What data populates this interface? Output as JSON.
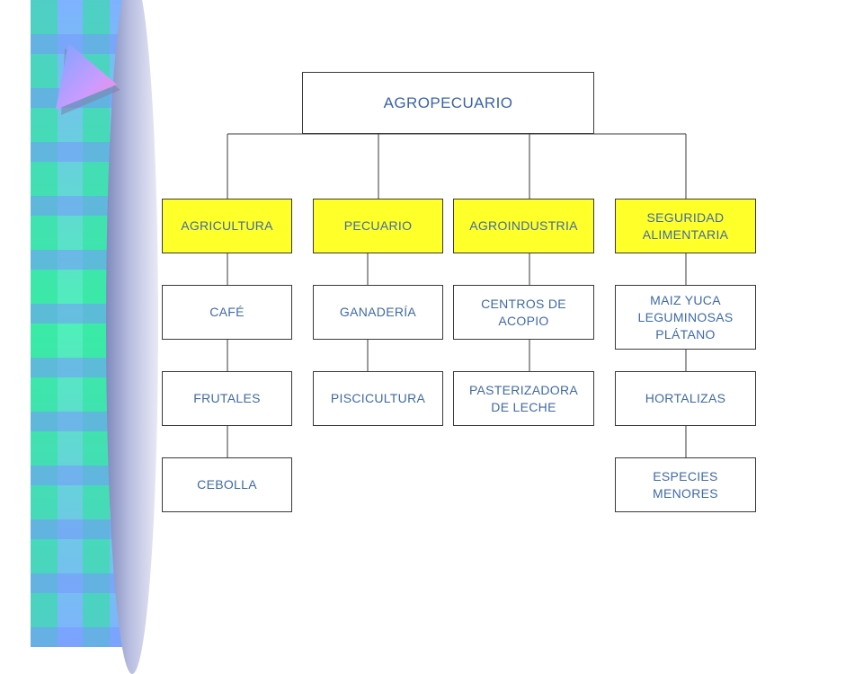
{
  "theme": {
    "category_fill": "#ffff2a",
    "text_color": "#3f6aa6",
    "line_color": "#3a3a3a",
    "decoration": "arrow-triangle-icon"
  },
  "root": {
    "label": "AGROPECUARIO"
  },
  "columns": [
    {
      "category": "AGRICULTURA",
      "items": [
        "CAFÉ",
        "FRUTALES",
        "CEBOLLA"
      ]
    },
    {
      "category": "PECUARIO",
      "items": [
        "GANADERÍA",
        "PISCICULTURA"
      ]
    },
    {
      "category": "AGROINDUSTRIA",
      "items": [
        "CENTROS DE\nACOPIO",
        "PASTERIZADORA\nDE LECHE"
      ]
    },
    {
      "category": "SEGURIDAD\nALIMENTARIA",
      "items": [
        "MAIZ  YUCA\nLEGUMINOSAS\nPLÁTANO",
        "HORTALIZAS",
        "ESPECIES\nMENORES"
      ]
    }
  ]
}
